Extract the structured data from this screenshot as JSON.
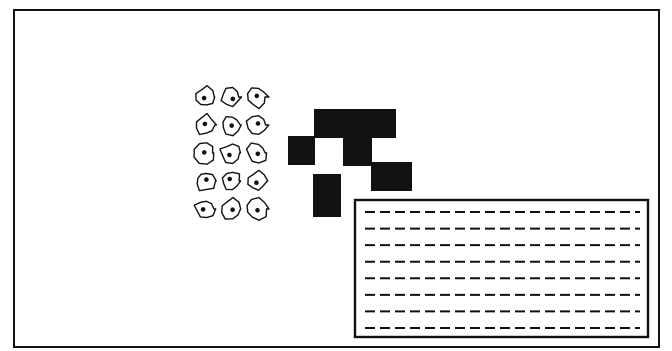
{
  "figure": {
    "ink_color": "#111111",
    "paper_color": "#ffffff",
    "panels": [
      {
        "id": "textured-grid",
        "rows": 5,
        "cols": 3,
        "pattern": "blob"
      },
      {
        "id": "black-square-pattern",
        "grid": [
          4,
          4
        ]
      },
      {
        "id": "dashed-rectangle",
        "dash_rows": 8,
        "pattern": "dashed-line"
      }
    ]
  }
}
